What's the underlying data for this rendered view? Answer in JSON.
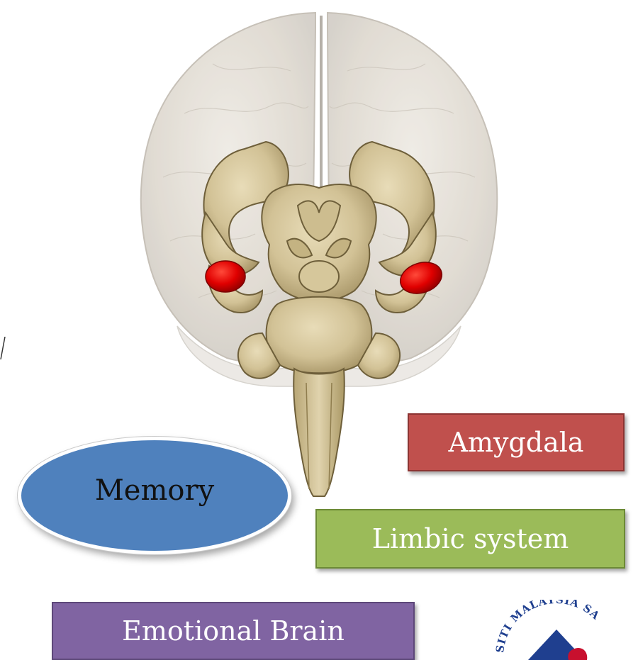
{
  "labels": {
    "amygdala": "Amygdala",
    "limbic_system": "Limbic system",
    "emotional_brain": "Emotional Brain",
    "memory": "Memory"
  },
  "logo": {
    "arc_text": "SITI MALAYSIA SA"
  },
  "colors": {
    "amygdala_fill": "#c0504d",
    "limbic_fill": "#9bbb59",
    "emotional_fill": "#8064a2",
    "memory_fill": "#4f81bd",
    "memory_text": "#111111",
    "amygdala_highlight": "#e00000",
    "brain_tissue": "#d4c59c",
    "logo_blue": "#1f3f8f"
  },
  "icons": {
    "brain": "brain-3d-render-icon",
    "amygdala": "amygdala-highlight-icon",
    "logo": "university-logo"
  }
}
